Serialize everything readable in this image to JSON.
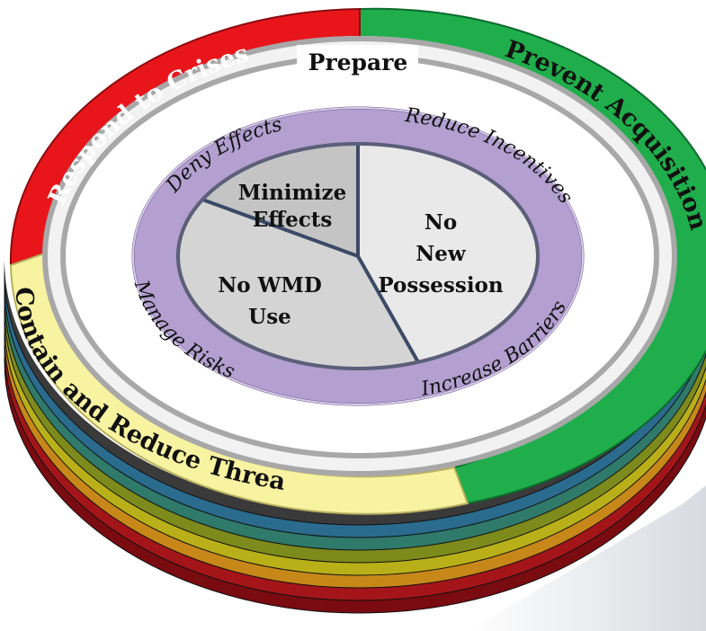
{
  "outer_ring": {
    "segments": [
      {
        "label": "Respond to Crises",
        "color": "#e8161b",
        "text_color": "#ffffff"
      },
      {
        "label": "Prevent Acquisition",
        "color": "#1fae4b",
        "text_color": "#111111"
      },
      {
        "label": "Contain and Reduce Threats",
        "color": "#f7f3a0",
        "text_color": "#111111"
      }
    ]
  },
  "middle_ring": {
    "label": "Prepare"
  },
  "purple_ring": {
    "labels": [
      "Deny Effects",
      "Reduce Incentives",
      "Increase Barriers",
      "Manage Risks"
    ],
    "color": "#b39fd0"
  },
  "pie": {
    "slices": [
      {
        "label_line1": "No",
        "label_line2": "New",
        "label_line3": "Possession",
        "color": "#e9e9e9"
      },
      {
        "label_line1": "No WMD",
        "label_line2": "Use",
        "color": "#d4d4d4"
      },
      {
        "label_line1": "Minimize",
        "label_line2": "Effects",
        "color": "#c4c4c4"
      }
    ]
  },
  "base_stripes": [
    "#7a0b10",
    "#a41519",
    "#c88719",
    "#b9b019",
    "#7d8a1c",
    "#2f7a6a",
    "#2a6b8e",
    "#3a3a3a"
  ]
}
